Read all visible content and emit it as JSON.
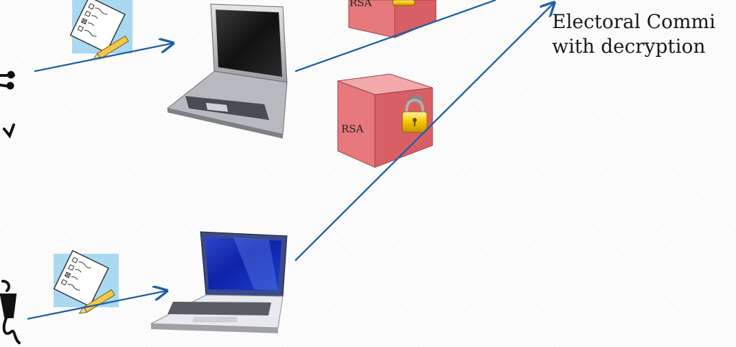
{
  "caption": {
    "line1": "Electoral Commi",
    "line2": "with decryption"
  },
  "ballot_boxes": [
    {
      "label": "RSA"
    },
    {
      "label": "RSA"
    }
  ],
  "colors": {
    "arrow": "#1f5fa8",
    "box_front": "#e7787c",
    "box_side": "#d85f64",
    "box_top": "#f2a9ab",
    "lock": "#f2c200"
  },
  "icons": [
    "ballot-paper-icon",
    "laptop-icon",
    "ballot-box-icon",
    "padlock-icon",
    "voter-figure-icon"
  ]
}
